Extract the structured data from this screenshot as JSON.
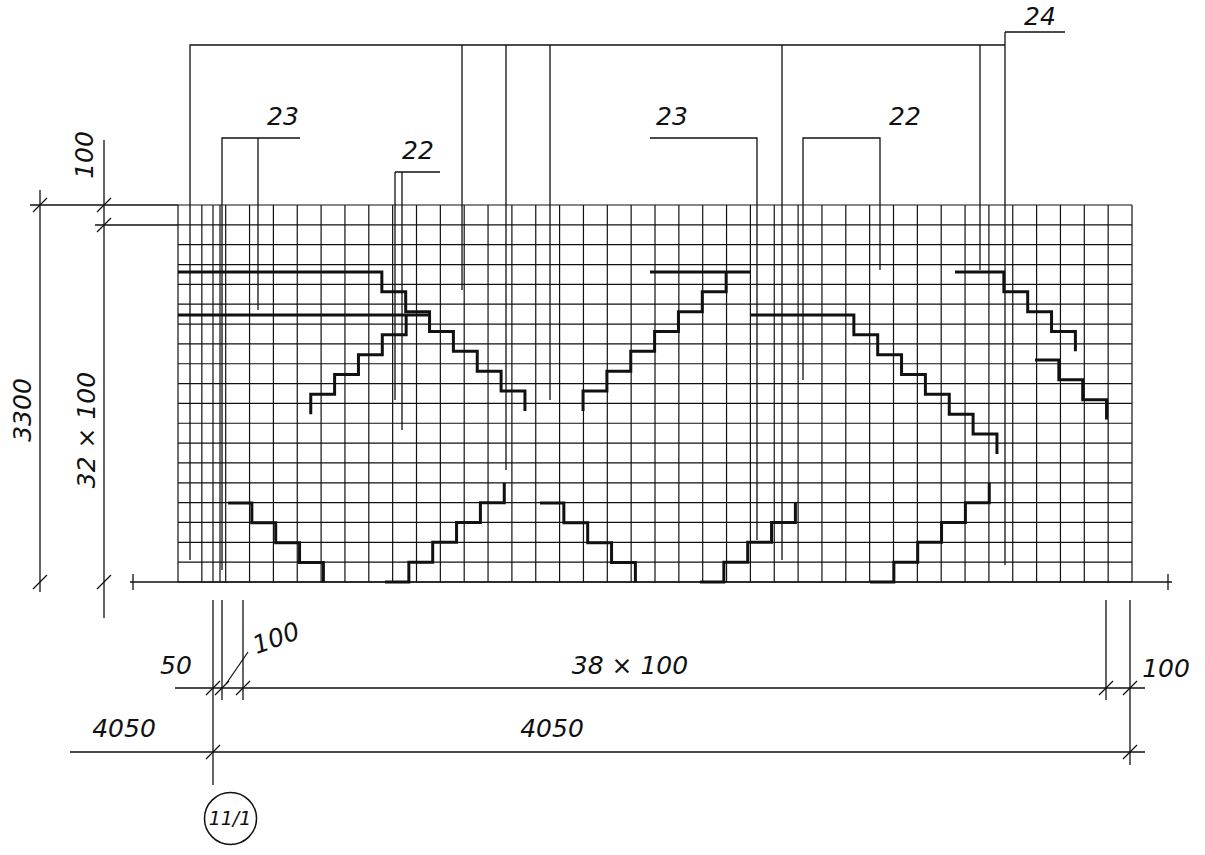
{
  "diagram": {
    "nodes": [
      {
        "text": [
          "11/1"
        ]
      }
    ],
    "labels": [
      "24",
      "23",
      "22",
      "23",
      "22",
      "100",
      "3300",
      "32 × 100",
      "50",
      "100",
      "38 × 100",
      "100",
      "4050",
      "4050"
    ]
  }
}
